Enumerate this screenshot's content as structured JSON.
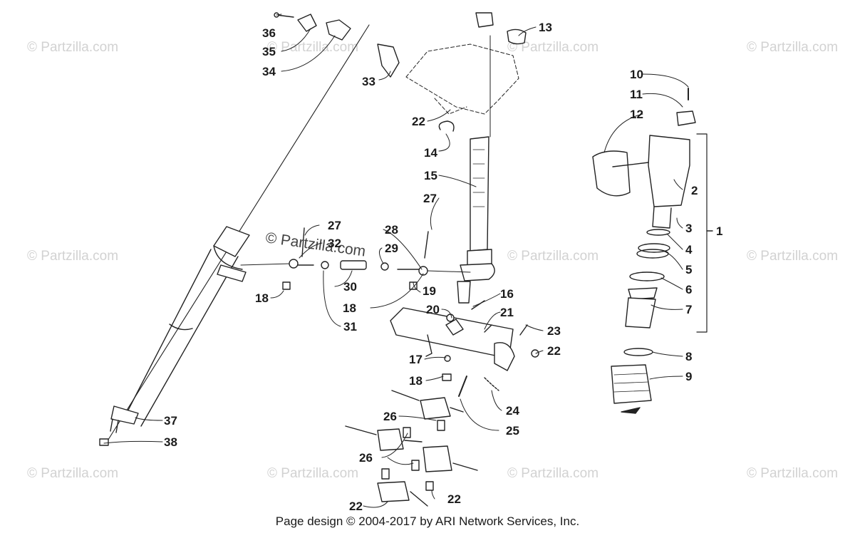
{
  "watermarks": {
    "text": "© Partzilla.com",
    "center_text": "© Partzilla.com"
  },
  "callouts": [
    "1",
    "2",
    "3",
    "4",
    "5",
    "6",
    "7",
    "8",
    "9",
    "10",
    "11",
    "12",
    "13",
    "14",
    "15",
    "16",
    "17",
    "18",
    "19",
    "20",
    "21",
    "22",
    "23",
    "24",
    "25",
    "26",
    "27",
    "28",
    "29",
    "30",
    "31",
    "32",
    "33",
    "34",
    "35",
    "36",
    "37",
    "38"
  ],
  "footer": {
    "text": "Page design © 2004-2017 by ARI Network Services, Inc."
  }
}
